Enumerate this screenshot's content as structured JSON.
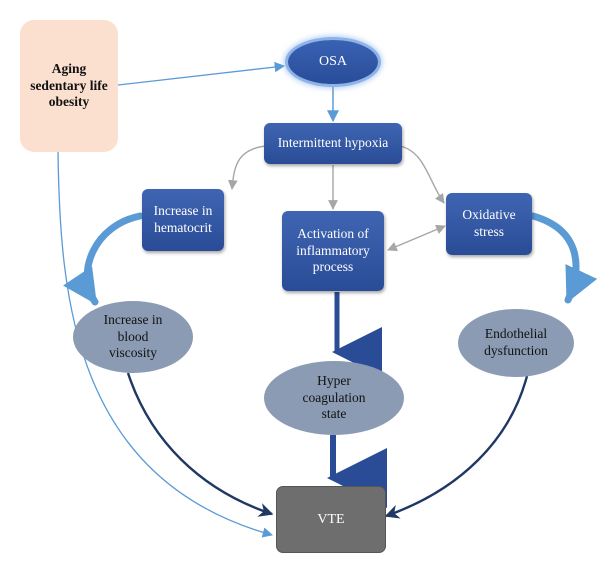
{
  "diagram": {
    "risk_factors": [
      "Aging",
      "sedentary life",
      "obesity"
    ],
    "osa": "OSA",
    "intermittent_hypoxia": "Intermittent hypoxia",
    "increase_hematocrit": [
      "Increase in",
      "hematocrit"
    ],
    "activation_inflammatory": [
      "Activation of",
      "inflammatory",
      "process"
    ],
    "oxidative_stress": [
      "Oxidative",
      "stress"
    ],
    "blood_viscosity": [
      "Increase in",
      "blood",
      "viscosity"
    ],
    "hypercoagulation": [
      "Hyper",
      "coagulation",
      "state"
    ],
    "endothelial_dysfunction": [
      "Endothelial",
      "dysfunction"
    ],
    "vte": "VTE"
  },
  "colors": {
    "box_blue": "#2f539f",
    "ellipse_grey": "#8a9bb3",
    "risk_peach": "#fbe0d0",
    "vte_grey": "#6e6e6e",
    "arrow_light_blue": "#5b9bd5",
    "arrow_grey": "#a6a6a6",
    "arrow_navy": "#1f3864"
  }
}
